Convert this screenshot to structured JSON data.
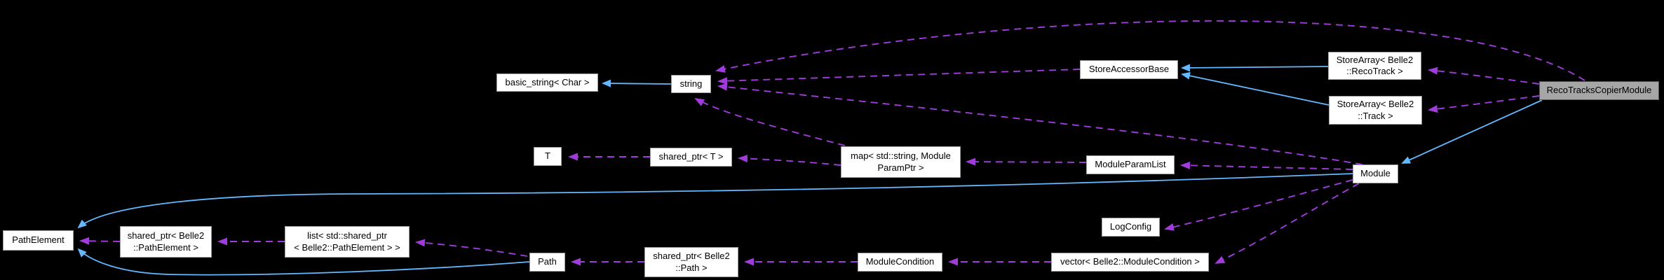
{
  "diagram": {
    "kind": "collaboration-graph",
    "highlighted_node": "RecoTracksCopierModule",
    "colors": {
      "background": "#000000",
      "node_fill": "#ffffff",
      "node_border": "#9c9c9c",
      "highlight_node_fill": "#a6a6a6",
      "highlight_node_border": "#565656",
      "inheritance_edge": "#63b8ff",
      "usage_edge": "#a03cdc",
      "text": "#000000"
    },
    "nodes": {
      "basic_string_char": {
        "label": "basic_string< Char >"
      },
      "string": {
        "label": "string"
      },
      "t": {
        "label": "T"
      },
      "shared_ptr_t": {
        "label": "shared_ptr< T >"
      },
      "map_module_param": {
        "line1": "map< std::string, Module",
        "line2": "ParamPtr >"
      },
      "module_param_list": {
        "label": "ModuleParamList"
      },
      "store_accessor_base": {
        "label": "StoreAccessorBase"
      },
      "store_array_reco_track": {
        "line1": "StoreArray< Belle2",
        "line2": "::RecoTrack >"
      },
      "store_array_track": {
        "line1": "StoreArray< Belle2",
        "line2": "::Track >"
      },
      "reco_tracks_copier_module": {
        "label": "RecoTracksCopierModule"
      },
      "module": {
        "label": "Module"
      },
      "path_element": {
        "label": "PathElement"
      },
      "shared_ptr_path_element": {
        "line1": "shared_ptr< Belle2",
        "line2": "::PathElement >"
      },
      "list_shared_ptr_path_element": {
        "line1": "list< std::shared_ptr",
        "line2": "< Belle2::PathElement > >"
      },
      "path": {
        "label": "Path"
      },
      "shared_ptr_path": {
        "line1": "shared_ptr< Belle2",
        "line2": "::Path >"
      },
      "module_condition": {
        "label": "ModuleCondition"
      },
      "vector_module_condition": {
        "label": "vector< Belle2::ModuleCondition >"
      },
      "log_config": {
        "label": "LogConfig"
      }
    },
    "edges": [
      {
        "from": "string",
        "to": "basic_string_char",
        "type": "inheritance"
      },
      {
        "from": "store_array_reco_track",
        "to": "store_accessor_base",
        "type": "inheritance"
      },
      {
        "from": "store_array_track",
        "to": "store_accessor_base",
        "type": "inheritance"
      },
      {
        "from": "reco_tracks_copier_module",
        "to": "module",
        "type": "inheritance"
      },
      {
        "from": "module",
        "to": "path_element",
        "type": "inheritance"
      },
      {
        "from": "path",
        "to": "path_element",
        "type": "inheritance"
      },
      {
        "from": "shared_ptr_t",
        "to": "t",
        "type": "usage"
      },
      {
        "from": "map_module_param",
        "to": "shared_ptr_t",
        "type": "usage"
      },
      {
        "from": "map_module_param",
        "to": "string",
        "type": "usage"
      },
      {
        "from": "module_param_list",
        "to": "map_module_param",
        "type": "usage"
      },
      {
        "from": "module",
        "to": "module_param_list",
        "type": "usage"
      },
      {
        "from": "module",
        "to": "string",
        "type": "usage"
      },
      {
        "from": "store_accessor_base",
        "to": "string",
        "type": "usage"
      },
      {
        "from": "reco_tracks_copier_module",
        "to": "string",
        "type": "usage"
      },
      {
        "from": "reco_tracks_copier_module",
        "to": "store_array_reco_track",
        "type": "usage"
      },
      {
        "from": "reco_tracks_copier_module",
        "to": "store_array_track",
        "type": "usage"
      },
      {
        "from": "module",
        "to": "log_config",
        "type": "usage"
      },
      {
        "from": "module",
        "to": "vector_module_condition",
        "type": "usage"
      },
      {
        "from": "vector_module_condition",
        "to": "module_condition",
        "type": "usage"
      },
      {
        "from": "module_condition",
        "to": "shared_ptr_path",
        "type": "usage"
      },
      {
        "from": "shared_ptr_path",
        "to": "path",
        "type": "usage"
      },
      {
        "from": "path",
        "to": "list_shared_ptr_path_element",
        "type": "usage"
      },
      {
        "from": "list_shared_ptr_path_element",
        "to": "shared_ptr_path_element",
        "type": "usage"
      },
      {
        "from": "shared_ptr_path_element",
        "to": "path_element",
        "type": "usage"
      }
    ]
  }
}
